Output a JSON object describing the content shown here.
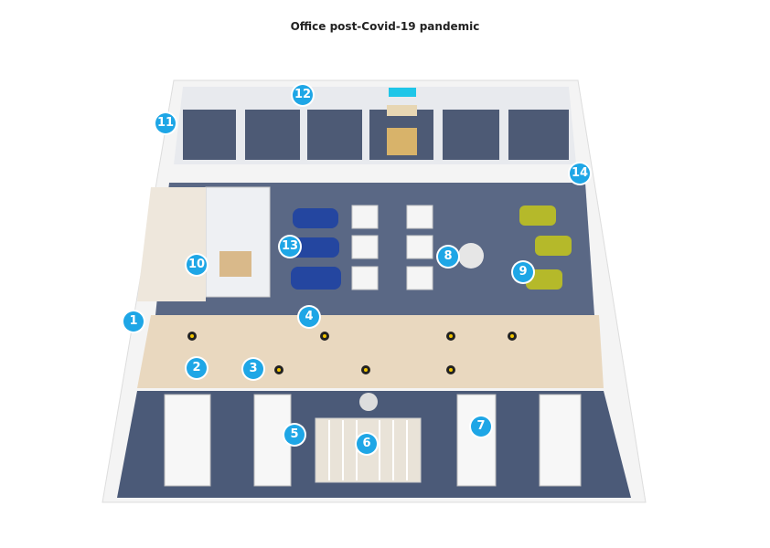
{
  "title": "Office post-Covid-19 pandemic",
  "colors": {
    "marker": "#1ea6e6",
    "floor_carpet": "#4b5a78",
    "walkway": "#e9d8bf",
    "wall": "#f2f2f2",
    "pod": "#2446a0",
    "booth": "#b5b92a",
    "sign": "#1fc6e8"
  },
  "markers": [
    "1",
    "2",
    "3",
    "4",
    "5",
    "6",
    "7",
    "8",
    "9",
    "10",
    "11",
    "12",
    "13",
    "14"
  ]
}
